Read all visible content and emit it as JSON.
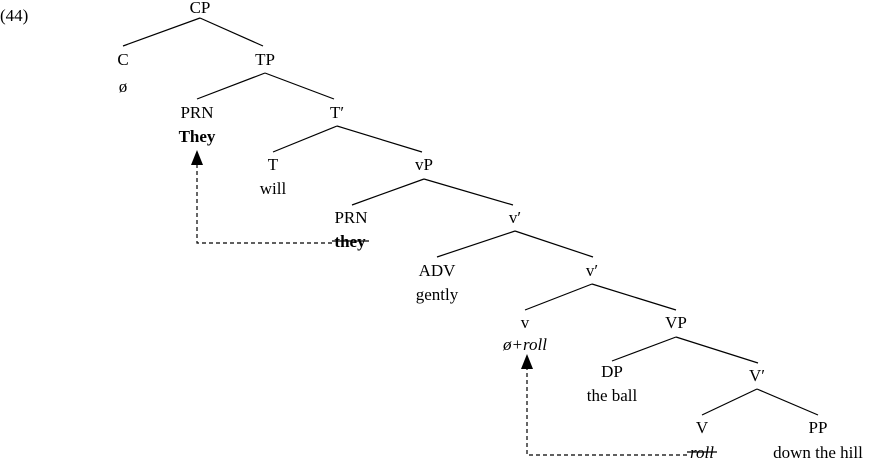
{
  "example_number": "(44)",
  "nodes": {
    "cp": "CP",
    "c": "C",
    "c_word": "ø",
    "tp": "TP",
    "prn1": "PRN",
    "prn1_word": "They",
    "tbar": "T′",
    "t": "T",
    "t_word": "will",
    "vp_small": "vP",
    "prn2": "PRN",
    "prn2_word": "they",
    "vbar1": "v′",
    "adv": "ADV",
    "adv_word": "gently",
    "vbar2": "v′",
    "v_small": "v",
    "v_small_word": "ø+roll",
    "vp_big": "VP",
    "dp": "DP",
    "dp_word": "the ball",
    "vbar_big": "V′",
    "v_big": "V",
    "v_big_word": "roll",
    "pp": "PP",
    "pp_word": "down the hill"
  }
}
